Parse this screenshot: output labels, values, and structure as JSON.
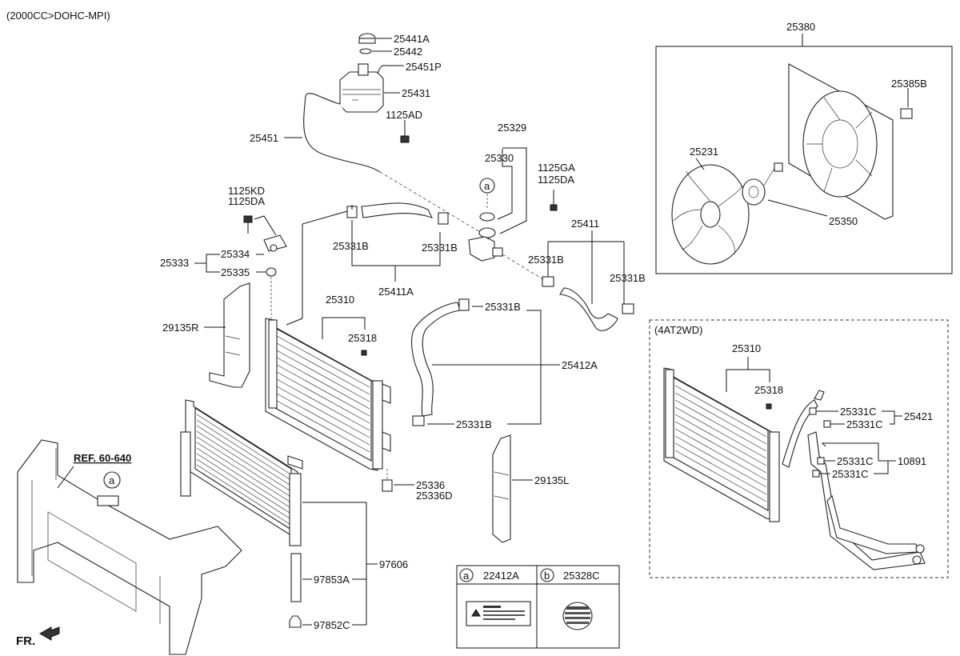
{
  "header": {
    "engine_label": "(2000CC>DOHC-MPI)"
  },
  "fr_label": "FR.",
  "ref_label": "REF. 60-640",
  "callouts": {
    "c25441A": "25441A",
    "c25442": "25442",
    "c25451P": "25451P",
    "c25431": "25431",
    "c1125AD": "1125AD",
    "c25451": "25451",
    "c25329": "25329",
    "c25330": "25330",
    "c1125GA": "1125GA",
    "c1125DA_r": "1125DA",
    "c1125KD": "1125KD",
    "c1125DA_l": "1125DA",
    "c25334": "25334",
    "c25333": "25333",
    "c25335": "25335",
    "c25331B_1": "25331B",
    "c25331B_2": "25331B",
    "c25411A": "25411A",
    "c25411": "25411",
    "c25331B_3": "25331B",
    "c25331B_4": "25331B",
    "c29135R": "29135R",
    "c25310": "25310",
    "c25318": "25318",
    "c25331B_5": "25331B",
    "c25412A": "25412A",
    "c25331B_6": "25331B",
    "c25336": "25336",
    "c25336D": "25336D",
    "c29135L": "29135L",
    "c97606": "97606",
    "c97853A": "97853A",
    "c97852C": "97852C",
    "c25380": "25380",
    "c25385B": "25385B",
    "c25231": "25231",
    "c25350": "25350"
  },
  "at_box": {
    "title": "(4AT2WD)",
    "c25310": "25310",
    "c25318": "25318",
    "c25331C_1": "25331C",
    "c25331C_2": "25331C",
    "c25421": "25421",
    "c25331C_3": "25331C",
    "c25331C_4": "25331C",
    "c10891": "10891"
  },
  "markers": {
    "a_tank": "a",
    "a_label": "a"
  },
  "legend": {
    "a": {
      "letter": "a",
      "part": "22412A"
    },
    "b": {
      "letter": "b",
      "part": "25328C"
    }
  }
}
